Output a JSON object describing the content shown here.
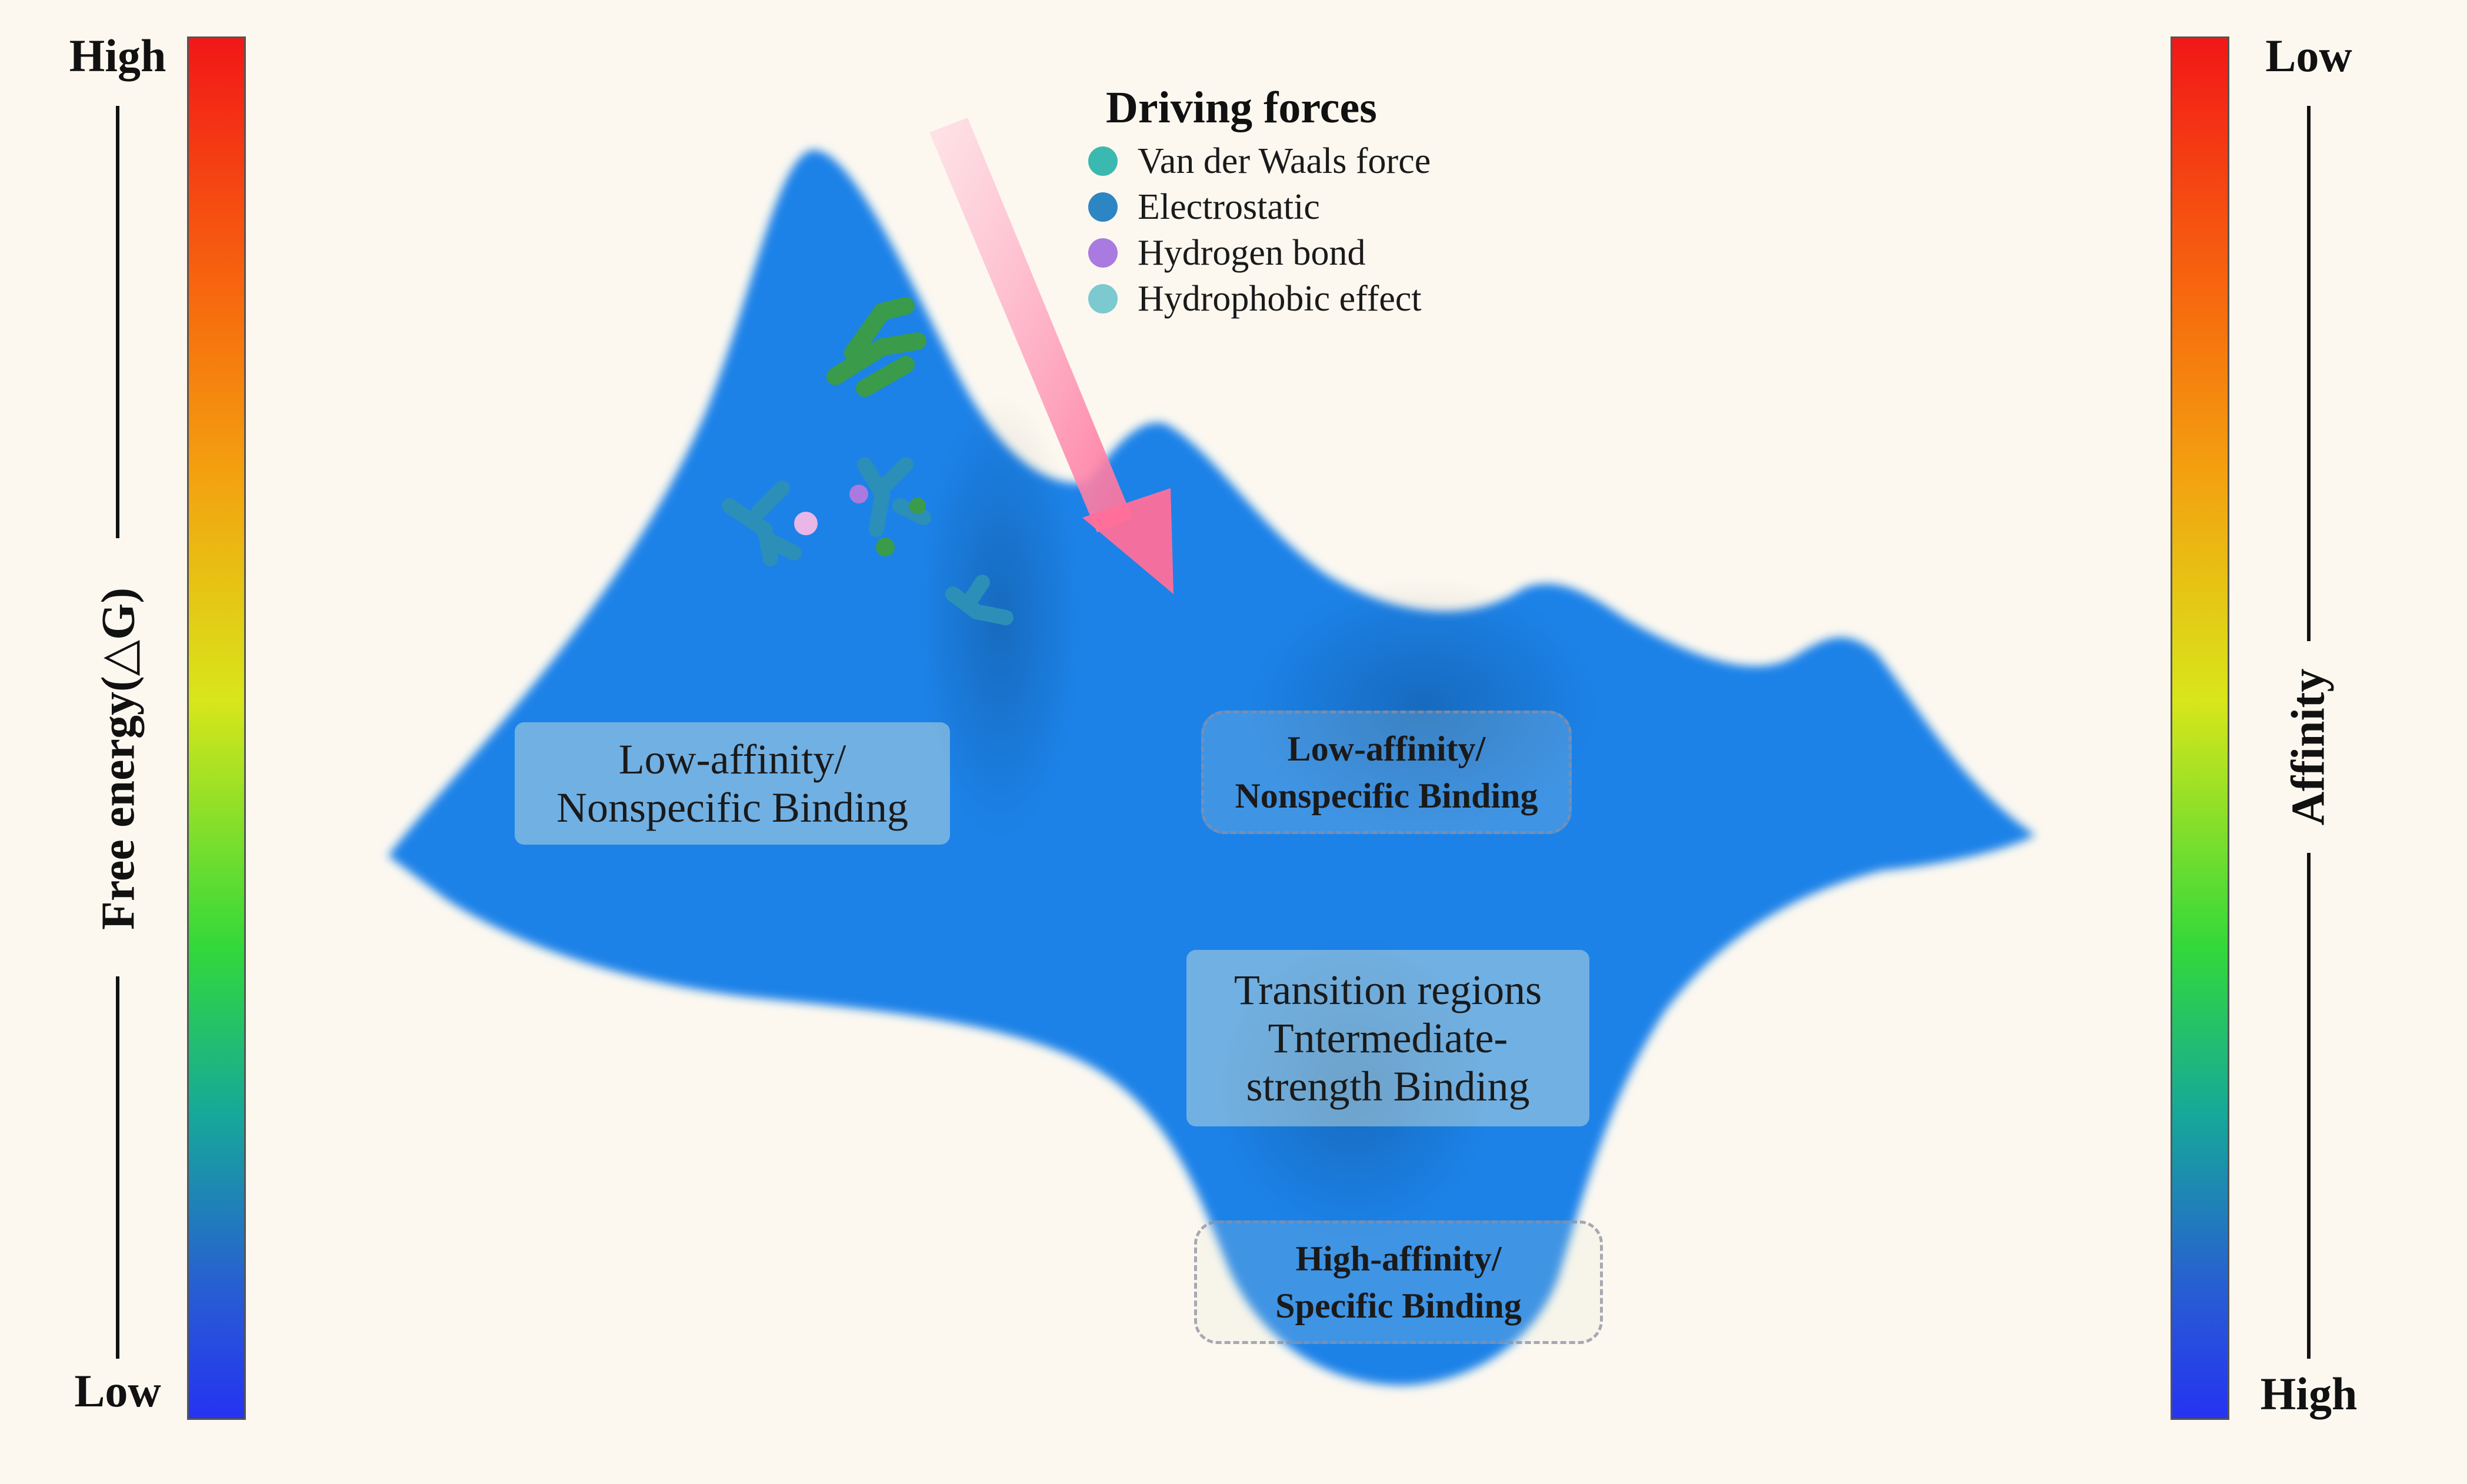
{
  "left_scale": {
    "top_label": "High",
    "bottom_label": "Low",
    "axis_label": "Free energy(△G)"
  },
  "right_scale": {
    "top_label": "Low",
    "bottom_label": "High",
    "axis_label": "Affinity"
  },
  "legend": {
    "title": "Driving forces",
    "items": [
      {
        "label": "Van der Waals force",
        "color": "#3bb8b0"
      },
      {
        "label": "Electrostatic",
        "color": "#2d86c4"
      },
      {
        "label": "Hydrogen bond",
        "color": "#a97ae0"
      },
      {
        "label": "Hydrophobic effect",
        "color": "#7cc9d0"
      }
    ]
  },
  "regions": {
    "left_low_affinity": "Low-affinity/ Nonspecific Binding",
    "center_low_affinity_line1": "Low-affinity/",
    "center_low_affinity_line2": "Nonspecific Binding",
    "transition_line1": "Transition regions",
    "transition_line2": "Tntermediate-",
    "transition_line3": "strength Binding",
    "high_affinity_line1": "High-affinity/",
    "high_affinity_line2": "Specific Binding"
  },
  "colors": {
    "background": "#fcf8f0",
    "arrow": "#ff6f9a",
    "high_energy": "#f21717",
    "mid_energy": "#d8e61a",
    "low_green": "#32d83b",
    "low_energy": "#2633f2"
  }
}
